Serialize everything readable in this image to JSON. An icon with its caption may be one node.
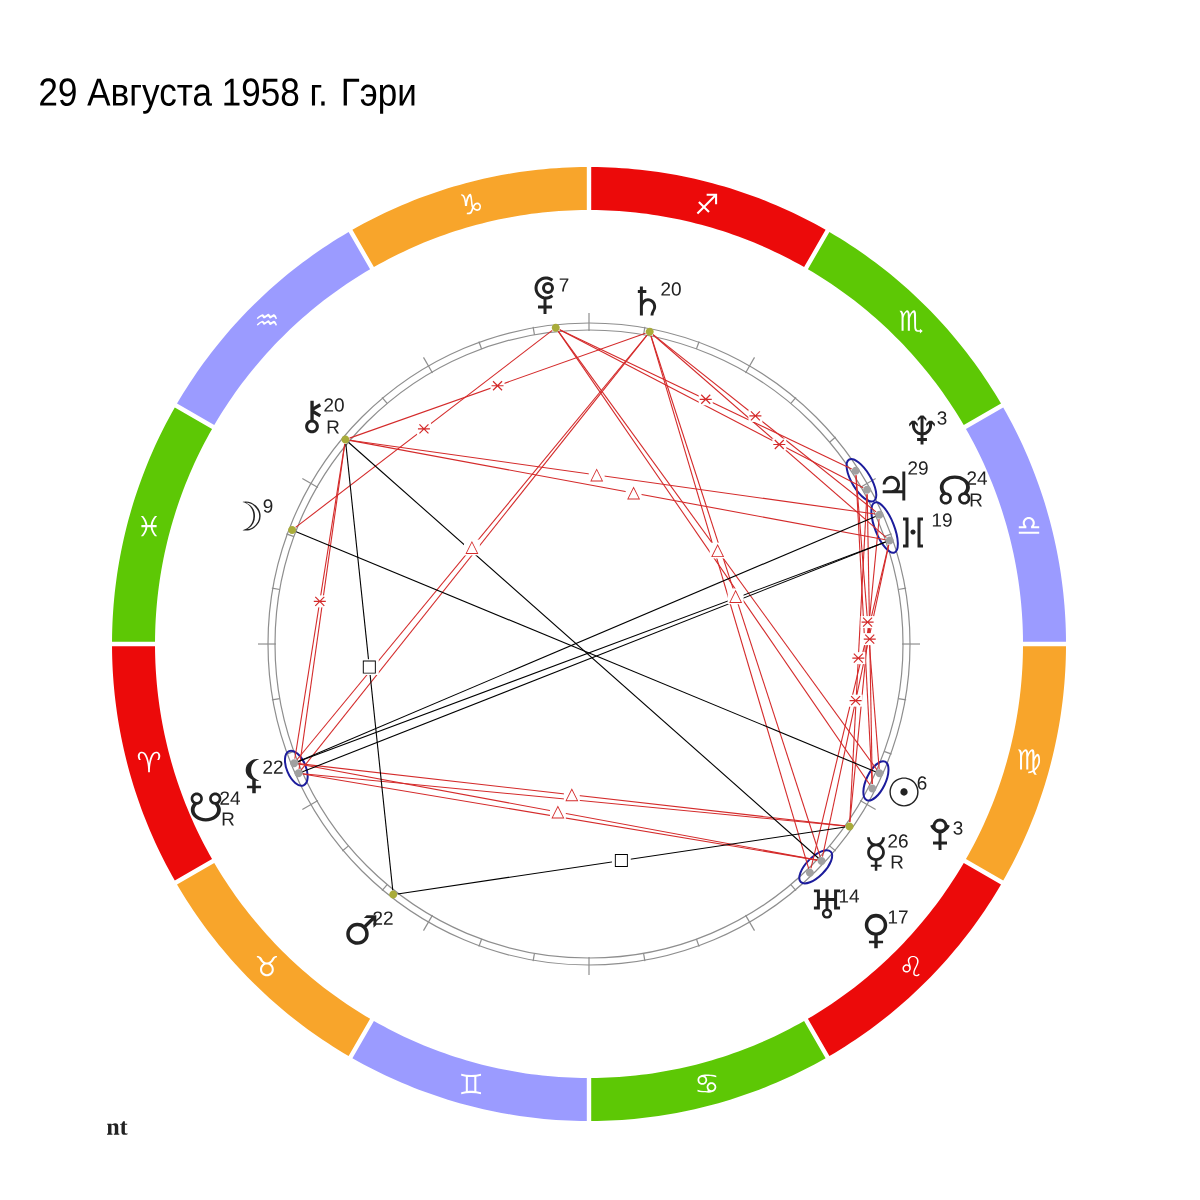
{
  "diagram": {
    "title": "29 Августа 1958 г. Гэри",
    "nodes": [
      {
        "text": [
          "♑"
        ]
      },
      {
        "text": [
          "♐"
        ]
      },
      {
        "text": [
          "♏"
        ]
      },
      {
        "text": [
          "♎"
        ]
      },
      {
        "text": [
          "♍"
        ]
      },
      {
        "text": [
          "♌"
        ]
      },
      {
        "text": [
          "♋"
        ]
      },
      {
        "text": [
          "♊"
        ]
      },
      {
        "text": [
          "♉"
        ]
      },
      {
        "text": [
          "♈"
        ]
      },
      {
        "text": [
          "♓"
        ]
      },
      {
        "text": [
          "♒"
        ]
      },
      {
        "text": [],
        "shape": "circle"
      },
      {
        "text": [],
        "shape": "circle",
        "beside": [
          "♄",
          "20"
        ]
      },
      {
        "text": [],
        "shape": "circle",
        "beside": [
          "⚷",
          "20",
          "R"
        ]
      },
      {
        "text": [],
        "shape": "ellipse"
      },
      {
        "text": [],
        "shape": "circle",
        "in": 15,
        "beside": [
          "♆",
          "3"
        ]
      },
      {
        "text": [],
        "shape": "circle",
        "in": 15,
        "beside": [
          "♃",
          "29"
        ]
      },
      {
        "text": [],
        "shape": "ellipse"
      },
      {
        "text": [],
        "shape": "circle",
        "in": 18,
        "beside": [
          "☊",
          "24",
          "R"
        ]
      },
      {
        "text": [],
        "shape": "circle",
        "in": 18
      },
      {
        "text": [],
        "shape": "circle",
        "beside": [
          "☽",
          "9"
        ]
      },
      {
        "text": [],
        "shape": "ellipse"
      },
      {
        "text": [],
        "shape": "circle",
        "in": 22,
        "beside": [
          "⚸",
          "22"
        ]
      },
      {
        "text": [],
        "shape": "circle",
        "in": 22,
        "beside": [
          "☋",
          "24",
          "R"
        ]
      },
      {
        "text": [],
        "shape": "ellipse"
      },
      {
        "text": [],
        "shape": "circle",
        "in": 25,
        "beside": [
          "☉",
          "6"
        ]
      },
      {
        "text": [],
        "shape": "circle",
        "in": 25
      },
      {
        "text": [],
        "shape": "circle",
        "beside": [
          "☿",
          "26",
          "R"
        ]
      },
      {
        "text": [],
        "shape": "ellipse"
      },
      {
        "text": [],
        "shape": "circle",
        "in": 29,
        "beside": [
          "♀",
          "17"
        ]
      },
      {
        "text": [],
        "shape": "circle",
        "in": 29,
        "beside": [
          "♅",
          "14"
        ]
      },
      {
        "text": [],
        "shape": "circle",
        "beside": [
          "♂",
          "22"
        ]
      }
    ],
    "edges": [
      {
        "from": 12,
        "to": 21,
        "arrow": "none"
      },
      {
        "from": 13,
        "to": 14,
        "arrow": "none"
      },
      {
        "from": 12,
        "to": 16,
        "arrow": "none"
      },
      {
        "from": 12,
        "to": 17,
        "arrow": "none"
      },
      {
        "from": 13,
        "to": 19,
        "arrow": "none"
      },
      {
        "from": 13,
        "to": 20,
        "arrow": "none"
      },
      {
        "from": 12,
        "to": 26,
        "arrow": "none",
        "label": "△"
      },
      {
        "from": 12,
        "to": 27,
        "arrow": "none"
      },
      {
        "from": 13,
        "to": 30,
        "arrow": "none",
        "label": "△"
      },
      {
        "from": 13,
        "to": 31,
        "arrow": "none"
      },
      {
        "from": 13,
        "to": 23,
        "arrow": "none",
        "label": "△"
      },
      {
        "from": 13,
        "to": 24,
        "arrow": "none"
      },
      {
        "from": 14,
        "to": 19,
        "arrow": "none",
        "label": "△"
      },
      {
        "from": 14,
        "to": 20,
        "arrow": "none",
        "label": "△"
      },
      {
        "from": 14,
        "to": 23,
        "arrow": "none"
      },
      {
        "from": 14,
        "to": 24,
        "arrow": "none"
      },
      {
        "from": 23,
        "to": 28,
        "arrow": "none",
        "label": "△"
      },
      {
        "from": 24,
        "to": 28,
        "arrow": "none"
      },
      {
        "from": 23,
        "to": 30,
        "arrow": "none",
        "label": "△"
      },
      {
        "from": 24,
        "to": 30,
        "arrow": "none"
      },
      {
        "from": 16,
        "to": 26,
        "arrow": "none"
      },
      {
        "from": 16,
        "to": 27,
        "arrow": "none"
      },
      {
        "from": 17,
        "to": 27,
        "arrow": "none"
      },
      {
        "from": 17,
        "to": 28,
        "arrow": "none"
      },
      {
        "from": 19,
        "to": 28,
        "arrow": "none"
      },
      {
        "from": 20,
        "to": 30,
        "arrow": "none"
      },
      {
        "from": 20,
        "to": 31,
        "arrow": "none"
      },
      {
        "from": 14,
        "to": 32,
        "arrow": "none",
        "label": "□",
        "color": "#000000"
      },
      {
        "from": 32,
        "to": 28,
        "arrow": "none",
        "label": "□",
        "color": "#000000"
      },
      {
        "from": 14,
        "to": 30,
        "arrow": "none",
        "color": "#000000"
      },
      {
        "from": 21,
        "to": 26,
        "arrow": "none",
        "color": "#000000"
      },
      {
        "from": 23,
        "to": 19,
        "arrow": "none",
        "color": "#000000"
      },
      {
        "from": 23,
        "to": 20,
        "arrow": "none",
        "color": "#000000"
      },
      {
        "from": 24,
        "to": 20,
        "arrow": "none",
        "color": "#000000"
      }
    ],
    "labels": [
      "7",
      "19",
      "3",
      "nt"
    ]
  }
}
